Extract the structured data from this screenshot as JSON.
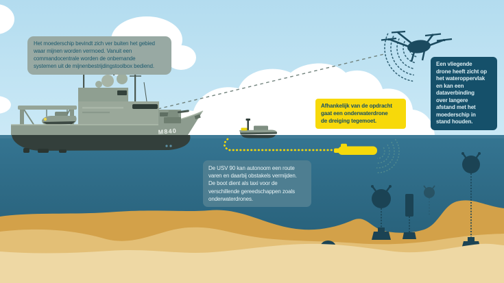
{
  "colors": {
    "sky": "#b9e1f2",
    "water_top": "#357592",
    "water_deep": "#245a74",
    "sand_back": "#d3a149",
    "sand_mid": "#e3bf76",
    "sand_front": "#eed8a4",
    "accent_yellow": "#f7d90a",
    "dark_teal_box": "#15506a",
    "sage_box": "#98a9a3",
    "usv_box": "#4e7e91",
    "ship_gray": "#8d9c8f",
    "mine_dark": "#1b4354",
    "cloud": "#ffffff"
  },
  "ship": {
    "hull_number": "M840"
  },
  "annotations": {
    "mothership": {
      "text": "Het moederschip bevindt zich ver buiten het gebied\nwaar mijnen worden vermoed. Vanuit een\ncommandocentrale worden de onbemande\nsystemen uit de mijnenbestrijdingstoolbox bediend."
    },
    "underwater_drone": {
      "text": "Afhankelijk van de opdracht\ngaat een onderwaterdrone\nde dreiging tegemoet."
    },
    "aerial_drone": {
      "text": "Een vliegende\ndrone heeft zicht op\nhet wateroppervlak\nen kan een\ndataverbinding\nover langere\nafstand met het\nmoederschip in\nstand houden."
    },
    "usv": {
      "text": "De USV 90 kan autonoom een route\nvaren en daarbij obstakels vermijden.\nDe boot dient als taxi voor de\nverschillende gereedschappen zoals\nonderwaterdrones."
    }
  }
}
